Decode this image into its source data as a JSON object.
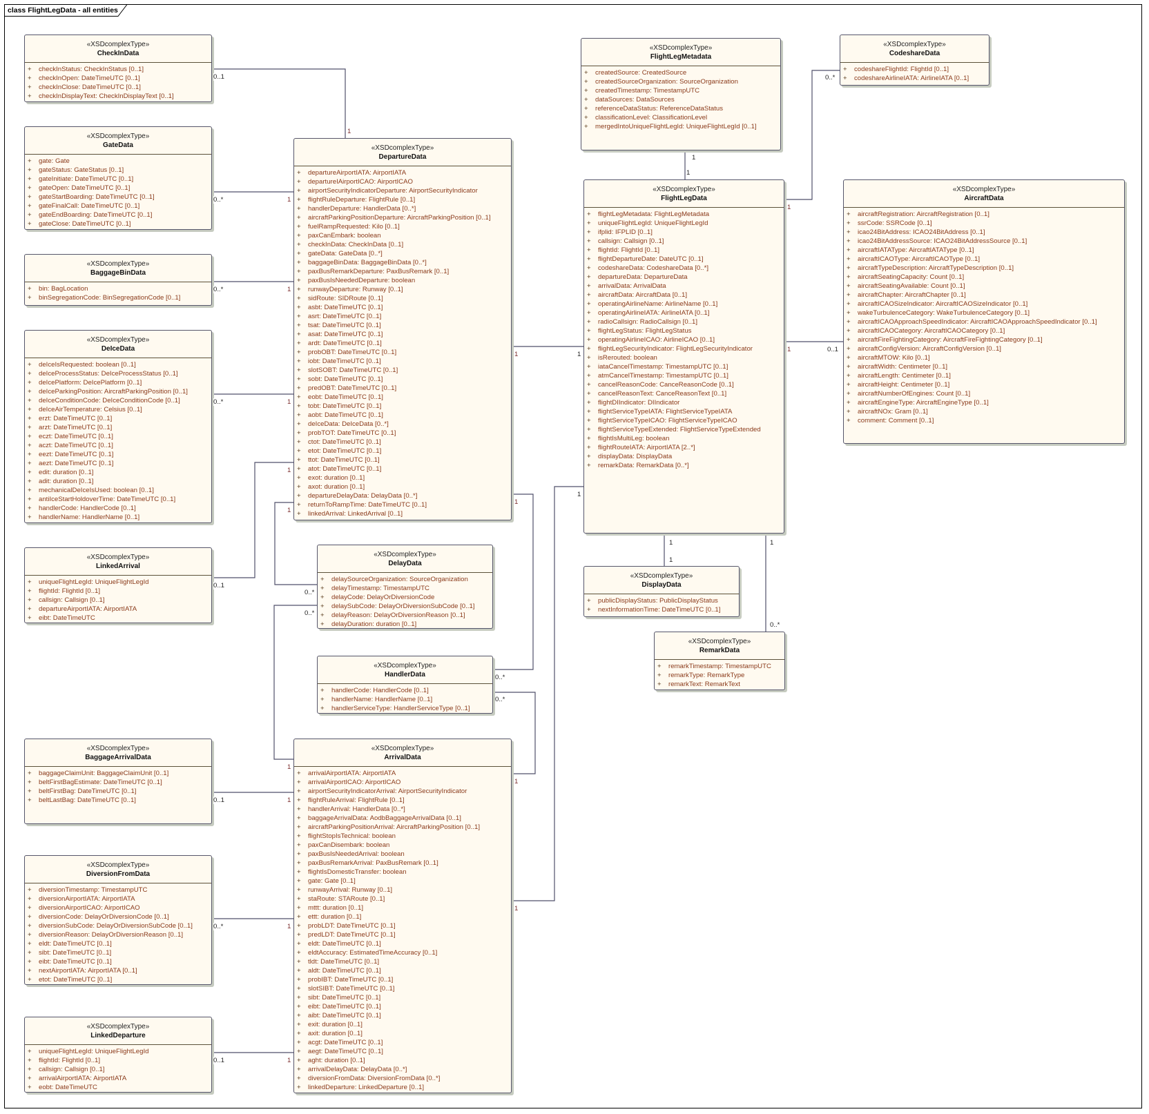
{
  "diagram": {
    "title": "class FlightLegData - all entities",
    "stereotype": "«XSDcomplexType»",
    "visibility_symbol": "+"
  },
  "classes": {
    "CheckInData": {
      "name": "CheckInData",
      "attributes": [
        "checkInStatus: CheckInStatus [0..1]",
        "checkInOpen: DateTimeUTC [0..1]",
        "checkInClose: DateTimeUTC [0..1]",
        "checkInDisplayText: CheckInDisplayText [0..1]"
      ]
    },
    "GateData": {
      "name": "GateData",
      "attributes": [
        "gate: Gate",
        "gateStatus: GateStatus [0..1]",
        "gateInitiate: DateTimeUTC [0..1]",
        "gateOpen: DateTimeUTC [0..1]",
        "gateStartBoarding: DateTimeUTC [0..1]",
        "gateFinalCall: DateTimeUTC [0..1]",
        "gateEndBoarding: DateTimeUTC [0..1]",
        "gateClose: DateTimeUTC [0..1]"
      ]
    },
    "BaggageBinData": {
      "name": "BaggageBinData",
      "attributes": [
        "bin: BagLocation",
        "binSegregationCode: BinSegregationCode [0..1]"
      ]
    },
    "DeIceData": {
      "name": "DeIceData",
      "attributes": [
        "deIceIsRequested: boolean [0..1]",
        "deIceProcessStatus: DeIceProcessStatus [0..1]",
        "deIcePlatform: DeIcePlatform [0..1]",
        "deIceParkingPosition: AircraftParkingPosition [0..1]",
        "deIceConditionCode: DeIceConditionCode [0..1]",
        "deIceAirTemperature: Celsius [0..1]",
        "erzt: DateTimeUTC [0..1]",
        "arzt: DateTimeUTC [0..1]",
        "eczt: DateTimeUTC [0..1]",
        "aczt: DateTimeUTC [0..1]",
        "eezt: DateTimeUTC [0..1]",
        "aezt: DateTimeUTC [0..1]",
        "edit: duration [0..1]",
        "adit: duration [0..1]",
        "mechanicalDeIceIsUsed: boolean [0..1]",
        "antiIceStartHoldoverTime: DateTimeUTC [0..1]",
        "handlerCode: HandlerCode [0..1]",
        "handlerName: HandlerName [0..1]"
      ]
    },
    "LinkedArrival": {
      "name": "LinkedArrival",
      "attributes": [
        "uniqueFlightLegId: UniqueFlightLegId",
        "flightId: FlightId [0..1]",
        "callsign: Callsign [0..1]",
        "departureAirportIATA: AirportIATA",
        "eibt: DateTimeUTC"
      ]
    },
    "BaggageArrivalData": {
      "name": "BaggageArrivalData",
      "attributes": [
        "baggageClaimUnit: BaggageClaimUnit [0..1]",
        "beltFirstBagEstimate: DateTimeUTC [0..1]",
        "beltFirstBag: DateTimeUTC [0..1]",
        "beltLastBag: DateTimeUTC [0..1]"
      ]
    },
    "DiversionFromData": {
      "name": "DiversionFromData",
      "attributes": [
        "diversionTimestamp: TimestampUTC",
        "diversionAirportIATA: AirportIATA",
        "diversionAirportICAO: AirportICAO",
        "diversionCode: DelayOrDiversionCode [0..1]",
        "diversionSubCode: DelayOrDiversionSubCode [0..1]",
        "diversionReason: DelayOrDiversionReason [0..1]",
        "eldt: DateTimeUTC [0..1]",
        "sibt: DateTimeUTC [0..1]",
        "eibt: DateTimeUTC [0..1]",
        "nextAirportIATA: AirportIATA [0..1]",
        "etot: DateTimeUTC [0..1]"
      ]
    },
    "LinkedDeparture": {
      "name": "LinkedDeparture",
      "attributes": [
        "uniqueFlightLegId: UniqueFlightLegId",
        "flightId: FlightId [0..1]",
        "callsign: Callsign [0..1]",
        "arrivalAirportIATA: AirportIATA",
        "eobt: DateTimeUTC"
      ]
    },
    "DepartureData": {
      "name": "DepartureData",
      "attributes": [
        "departureAirportIATA: AirportIATA",
        "departureIAirportICAO: AirportICAO",
        "airportSecurityIndicatorDeparture: AirportSecurityIndicator",
        "flightRuleDeparture: FlightRule [0..1]",
        "handlerDeparture: HandlerData [0..*]",
        "aircraftParkingPositionDeparture: AircraftParkingPosition [0..1]",
        "fuelRampRequested: Kilo [0..1]",
        "paxCanEmbark: boolean",
        "checkInData: CheckInData [0..1]",
        "gateData: GateData [0..*]",
        "baggageBinData: BaggageBinData [0..*]",
        "paxBusRemarkDeparture: PaxBusRemark [0..1]",
        "paxBusIsNeededDeparture: boolean",
        "runwayDeparture: Runway [0..1]",
        "sidRoute: SIDRoute [0..1]",
        "asbt: DateTimeUTC [0..1]",
        "asrt: DateTimeUTC [0..1]",
        "tsat: DateTimeUTC [0..1]",
        "asat: DateTimeUTC [0..1]",
        "ardt: DateTimeUTC [0..1]",
        "probOBT: DateTimeUTC [0..1]",
        "iobt: DateTimeUTC [0..1]",
        "slotSOBT: DateTimeUTC [0..1]",
        "sobt: DateTimeUTC [0..1]",
        "predOBT: DateTimeUTC [0..1]",
        "eobt: DateTimeUTC [0..1]",
        "tobt: DateTimeUTC [0..1]",
        "aobt: DateTimeUTC [0..1]",
        "deIceData: DeIceData [0..*]",
        "probTOT: DateTimeUTC [0..1]",
        "ctot: DateTimeUTC [0..1]",
        "etot: DateTimeUTC [0..1]",
        "ttot: DateTimeUTC [0..1]",
        "atot: DateTimeUTC [0..1]",
        "exot: duration [0..1]",
        "axot: duration [0..1]",
        "departureDelayData: DelayData [0..*]",
        "returnToRampTime: DateTimeUTC [0..1]",
        "linkedArrival: LinkedArrival [0..1]"
      ]
    },
    "DelayData": {
      "name": "DelayData",
      "attributes": [
        "delaySourceOrganization: SourceOrganization",
        "delayTimestamp: TimestampUTC",
        "delayCode: DelayOrDiversionCode",
        "delaySubCode: DelayOrDiversionSubCode [0..1]",
        "delayReason: DelayOrDiversionReason [0..1]",
        "delayDuration: duration [0..1]"
      ]
    },
    "HandlerData": {
      "name": "HandlerData",
      "attributes": [
        "handlerCode: HandlerCode [0..1]",
        "handlerName: HandlerName [0..1]",
        "handlerServiceType: HandlerServiceType [0..1]"
      ]
    },
    "ArrivalData": {
      "name": "ArrivalData",
      "attributes": [
        "arrivalAirportIATA: AirportIATA",
        "arrivalAirportICAO: AirportICAO",
        "airportSecurityIndicatorArrival: AirportSecurityIndicator",
        "flightRuleArrival: FlightRule [0..1]",
        "handlerArrival: HandlerData [0..*]",
        "baggageArrivalData: AodbBaggageArrivalData [0..1]",
        "aircraftParkingPositionArrival: AircraftParkingPosition [0..1]",
        "flightStopIsTechnical: boolean",
        "paxCanDisembark: boolean",
        "paxBusIsNeededArrival: boolean",
        "paxBusRemarkArrival: PaxBusRemark [0..1]",
        "flightIsDomesticTransfer: boolean",
        "gate: Gate [0..1]",
        "runwayArrival: Runway [0..1]",
        "staRoute: STARoute [0..1]",
        "mttt: duration [0..1]",
        "ettt: duration [0..1]",
        "probLDT: DateTimeUTC [0..1]",
        "predLDT: DateTimeUTC [0..1]",
        "eldt: DateTimeUTC [0..1]",
        "eldtAccuracy: EstimatedTimeAccuracy [0..1]",
        "tldt: DateTimeUTC [0..1]",
        "aldt: DateTimeUTC [0..1]",
        "probIBT: DateTimeUTC [0..1]",
        "slotSIBT: DateTimeUTC [0..1]",
        "sibt: DateTimeUTC [0..1]",
        "eibt: DateTimeUTC [0..1]",
        "aibt: DateTimeUTC [0..1]",
        "exit: duration [0..1]",
        "axit: duration [0..1]",
        "acgt: DateTimeUTC [0..1]",
        "aegt: DateTimeUTC [0..1]",
        "aght: duration [0..1]",
        "arrivalDelayData: DelayData [0..*]",
        "diversionFromData: DiversionFromData [0..*]",
        "linkedDeparture: LinkedDeparture [0..1]"
      ]
    },
    "FlightLegMetadata": {
      "name": "FlightLegMetadata",
      "attributes": [
        "createdSource: CreatedSource",
        "createdSourceOrganization: SourceOrganization",
        "createdTimestamp: TimestampUTC",
        "dataSources: DataSources",
        "referenceDataStatus: ReferenceDataStatus",
        "classificationLevel: ClassificationLevel",
        "mergedIntoUniqueFlightLegId: UniqueFlightLegId [0..1]"
      ]
    },
    "CodeshareData": {
      "name": "CodeshareData",
      "attributes": [
        "codeshareFlightId: FlightId [0..1]",
        "codeshareAirlineIATA: AirlineIATA [0..1]"
      ]
    },
    "FlightLegData": {
      "name": "FlightLegData",
      "attributes": [
        "flightLegMetadata: FlightLegMetadata",
        "uniqueFlightLegId: UniqueFlightLegId",
        "ifplid: IFPLID [0..1]",
        "callsign: Callsign [0..1]",
        "flightId: FlightId [0..1]",
        "flightDepartureDate: DateUTC [0..1]",
        "codeshareData: CodeshareData [0..*]",
        "departureData: DepartureData",
        "arrivalData: ArrivalData",
        "aircraftData: AircraftData [0..1]",
        "operatingAirlineName: AirlineName [0..1]",
        "operatingAirlineIATA: AirlineIATA [0..1]",
        "radioCallsign: RadioCallsign [0..1]",
        "flightLegStatus: FlightLegStatus",
        "operatingAirlineICAO: AirlineICAO [0..1]",
        "flightLegSecurityIndicator: FlightLegSecurityIndicator",
        "isRerouted: boolean",
        "iataCancelTimestamp: TimestampUTC [0..1]",
        "atmCancelTimestamp: TimestampUTC [0..1]",
        "cancelReasonCode: CanceReasonCode [0..1]",
        "cancelReasonText: CanceReasonText [0..1]",
        "flightDIIndicator: DIIndicator",
        "flightServiceTypeIATA: FlightServiceTypeIATA",
        "flightServiceTypeICAO: FlightServiceTypeICAO",
        "flightServiceTypeExtended: FlightServiceTypeExtended",
        "flightIsMultiLeg: boolean",
        "flightRouteIATA: AirportIATA [2..*]",
        "displayData: DisplayData",
        "remarkData: RemarkData [0..*]"
      ]
    },
    "AircraftData": {
      "name": "AircraftData",
      "attributes": [
        "aircraftRegistration: AircraftRegistration [0..1]",
        "ssrCode: SSRCode [0..1]",
        "icao24BitAddress: ICAO24BitAddress [0..1]",
        "icao24BitAddressSource: ICAO24BitAddressSource [0..1]",
        "aircraftIATAType: AircraftIATAType [0..1]",
        "aircraftICAOType: AircraftICAOType [0..1]",
        "aircraftTypeDescription: AircraftTypeDescription [0..1]",
        "aircraftSeatingCapacity: Count [0..1]",
        "aircraftSeatingAvailable: Count [0..1]",
        "aircraftChapter: AircraftChapter [0..1]",
        "aircraftICAOSizeIndicator: AircraftICAOSizeIndicator [0..1]",
        "wakeTurbulenceCategory: WakeTurbulenceCategory [0..1]",
        "aircraftICAOApproachSpeedIndicator: AircraftICAOApproachSpeedIndicator [0..1]",
        "aircraftICAOCategory: AircraftICAOCategory [0..1]",
        "aircraftFireFightingCategory: AircraftFireFightingCategory [0..1]",
        "aircraftConfigVersion: AircraftConfigVersion [0..1]",
        "aircraftMTOW: Kilo [0..1]",
        "aircraftWidth: Centimeter [0..1]",
        "aircraftLength: Centimeter [0..1]",
        "aircraftHeight: Centimeter [0..1]",
        "aircraftNumberOfEngines: Count [0..1]",
        "aircraftEngineType: AircraftEngineType [0..1]",
        "aircraftNOx: Gram [0..1]",
        "comment: Comment [0..1]"
      ]
    },
    "DisplayData": {
      "name": "DisplayData",
      "attributes": [
        "publicDisplayStatus: PublicDisplayStatus",
        "nextInformationTime: DateTimeUTC [0..1]"
      ]
    },
    "RemarkData": {
      "name": "RemarkData",
      "attributes": [
        "remarkTimestamp: TimestampUTC",
        "remarkType: RemarkType",
        "remarkText: RemarkText"
      ]
    }
  },
  "associations": [
    {
      "id": "checkin-departure",
      "from": "CheckInData",
      "to": "DepartureData",
      "from_mult": "0..1",
      "to_mult": "1"
    },
    {
      "id": "gate-departure",
      "from": "GateData",
      "to": "DepartureData",
      "from_mult": "0..*",
      "to_mult": "1"
    },
    {
      "id": "bin-departure",
      "from": "BaggageBinData",
      "to": "DepartureData",
      "from_mult": "0..*",
      "to_mult": "1"
    },
    {
      "id": "deice-departure",
      "from": "DeIceData",
      "to": "DepartureData",
      "from_mult": "0..*",
      "to_mult": "1"
    },
    {
      "id": "linkedarrival-departure",
      "from": "LinkedArrival",
      "to": "DepartureData",
      "from_mult": "0..1",
      "to_mult": "1"
    },
    {
      "id": "delay-departure",
      "from": "DelayData",
      "to": "DepartureData",
      "from_mult": "0..*",
      "to_mult": "1"
    },
    {
      "id": "delay-arrival",
      "from": "DelayData",
      "to": "ArrivalData",
      "from_mult": "0..*",
      "to_mult": "1"
    },
    {
      "id": "handler-departure",
      "from": "HandlerData",
      "to": "DepartureData",
      "from_mult": "0..*",
      "to_mult": "1"
    },
    {
      "id": "handler-arrival",
      "from": "HandlerData",
      "to": "ArrivalData",
      "from_mult": "0..*",
      "to_mult": "1"
    },
    {
      "id": "bagarrival-arrival",
      "from": "BaggageArrivalData",
      "to": "ArrivalData",
      "from_mult": "0..1",
      "to_mult": "1"
    },
    {
      "id": "diversion-arrival",
      "from": "DiversionFromData",
      "to": "ArrivalData",
      "from_mult": "0..*",
      "to_mult": "1"
    },
    {
      "id": "linkeddeparture-arrival",
      "from": "LinkedDeparture",
      "to": "ArrivalData",
      "from_mult": "0..1",
      "to_mult": "1"
    },
    {
      "id": "departure-flightleg",
      "from": "DepartureData",
      "to": "FlightLegData",
      "from_mult": "1",
      "to_mult": "1"
    },
    {
      "id": "arrival-flightleg",
      "from": "ArrivalData",
      "to": "FlightLegData",
      "from_mult": "1",
      "to_mult": "1"
    },
    {
      "id": "metadata-flightleg",
      "from": "FlightLegMetadata",
      "to": "FlightLegData",
      "from_mult": "1",
      "to_mult": "1"
    },
    {
      "id": "codeshare-flightleg",
      "from": "CodeshareData",
      "to": "FlightLegData",
      "from_mult": "0..*",
      "to_mult": "1"
    },
    {
      "id": "aircraft-flightleg",
      "from": "AircraftData",
      "to": "FlightLegData",
      "from_mult": "0..1",
      "to_mult": "1"
    },
    {
      "id": "display-flightleg",
      "from": "DisplayData",
      "to": "FlightLegData",
      "from_mult": "1",
      "to_mult": "1"
    },
    {
      "id": "remark-flightleg",
      "from": "RemarkData",
      "to": "FlightLegData",
      "from_mult": "0..*",
      "to_mult": "1"
    }
  ]
}
